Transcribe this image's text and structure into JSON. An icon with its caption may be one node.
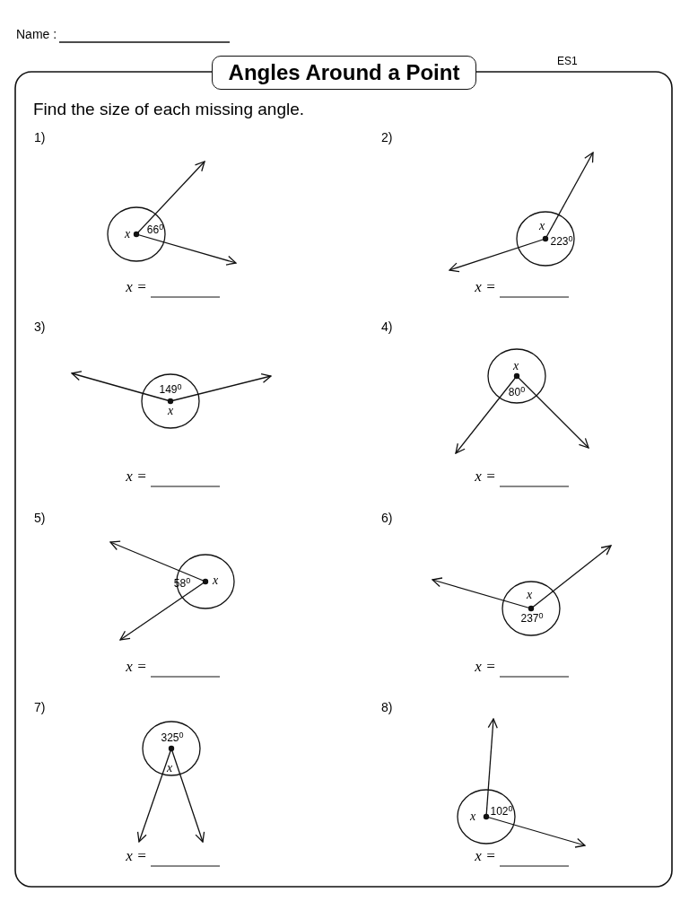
{
  "diagram": {
    "title": "Angles Around a Point",
    "labels": [
      "Name :",
      "ES1",
      "Find the size of each missing angle.",
      "1)",
      "x",
      "66$^{0}$",
      "x =",
      "2)",
      "x",
      "223$^{0}$",
      "x =",
      "3)",
      "149$^{0}$",
      "x",
      "x =",
      "4)",
      "x",
      "80$^{0}$",
      "x =",
      "5)",
      "58$^{0}$",
      "x",
      "x =",
      "6)",
      "x",
      "237$^{0}$",
      "x =",
      "7)",
      "325$^{0}$",
      "x",
      "x =",
      "8)",
      "x",
      "102$^{0}$",
      "x ="
    ]
  }
}
